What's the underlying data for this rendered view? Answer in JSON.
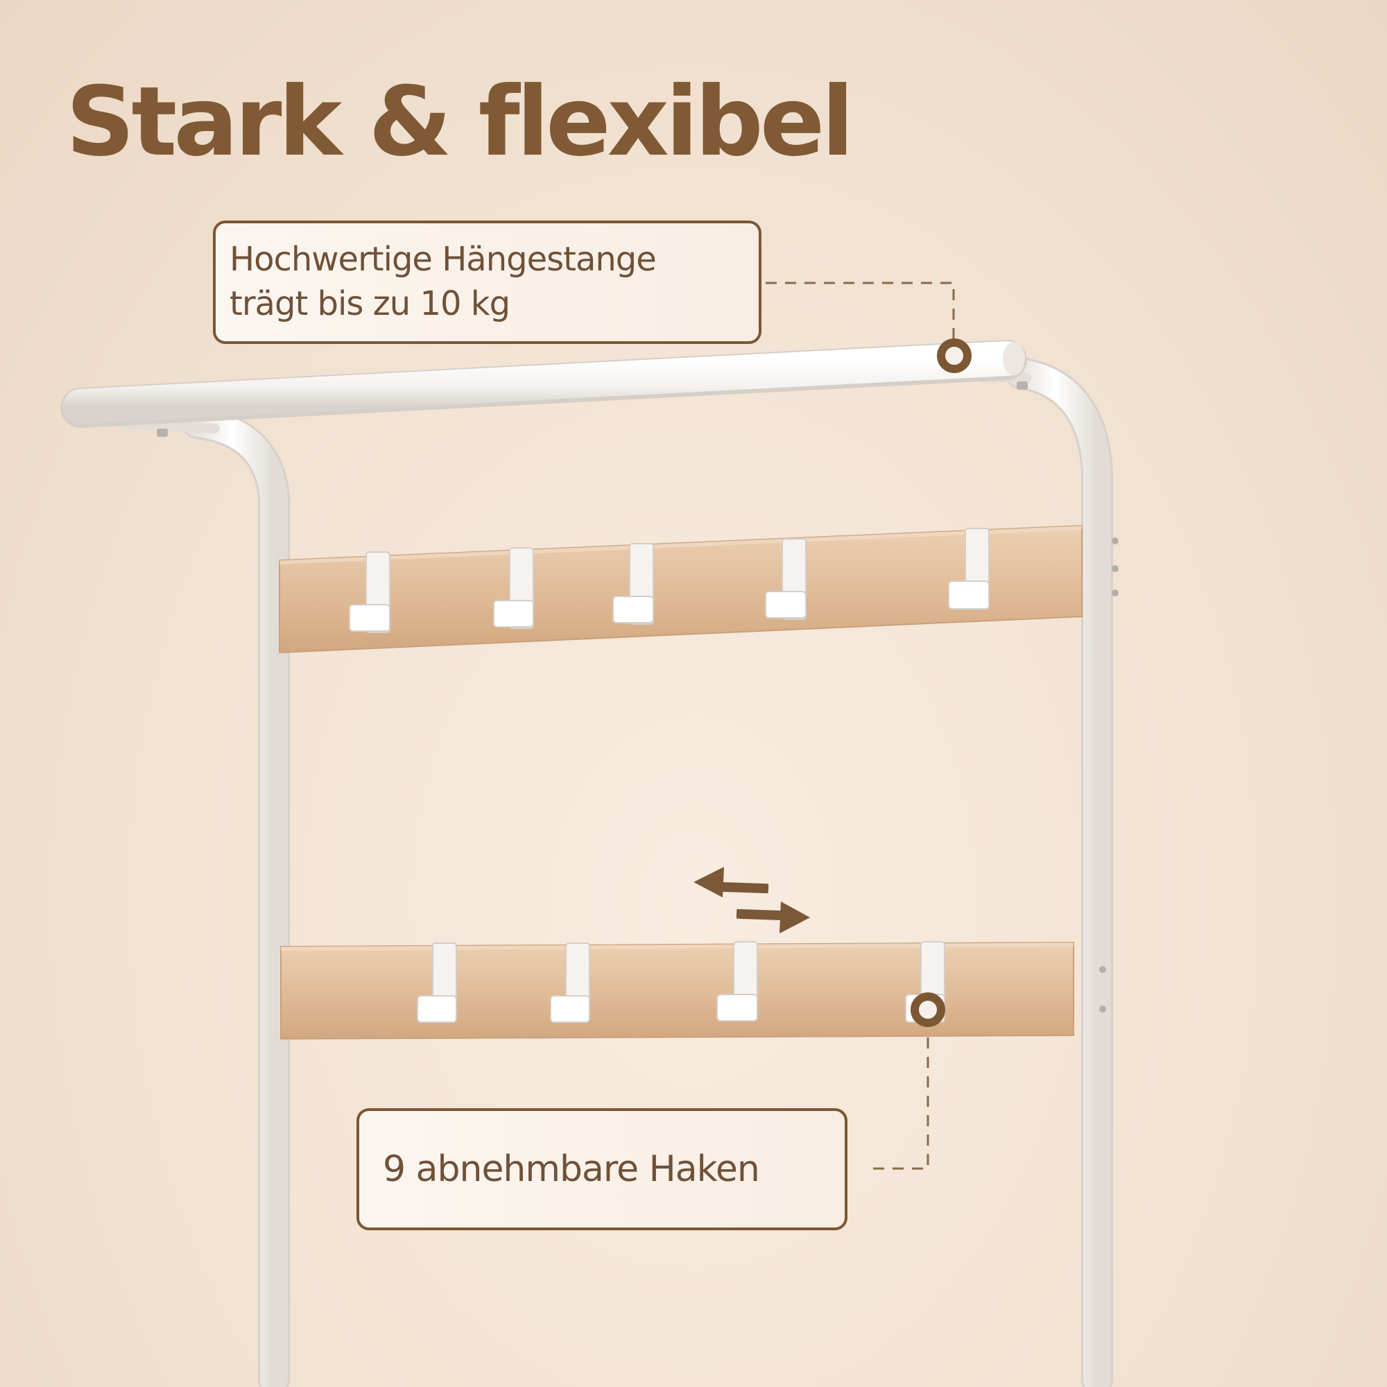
{
  "headline": "Stark & flexibel",
  "callouts": {
    "rod": {
      "line1": "Hochwertige Hängestange",
      "line2": "trägt bis zu 10 kg"
    },
    "hooks": {
      "text": "9 abnehmbare Haken"
    }
  },
  "colors": {
    "accent": "#7c5733",
    "headline": "#7f5a35",
    "frame": "#ffffff",
    "wood": "#e2bf9c"
  },
  "icons": {
    "adjust": "double-arrow-icon",
    "marker": "ring-marker-icon"
  }
}
